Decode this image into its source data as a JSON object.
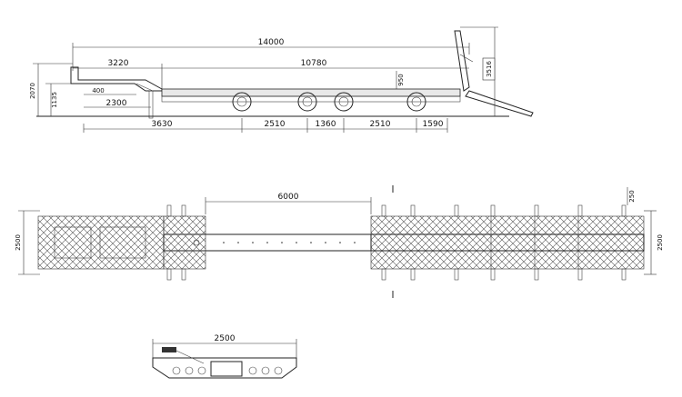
{
  "side_view": {
    "overall_length": "14000",
    "gooseneck_length": "3220",
    "deck_length": "10780",
    "kingpin_offset": "400",
    "gooseneck_height": "2070",
    "coupling_height": "1135",
    "gooseneck_deck": "2300",
    "deck_height": "950",
    "ramp_height": "3516",
    "axle_spacings": [
      "3630",
      "2510",
      "1360",
      "2510",
      "1590"
    ]
  },
  "top_view": {
    "well_length": "6000",
    "width_left": "2500",
    "width_right": "2500",
    "outrigger": "250"
  },
  "end_view": {
    "width": "2500"
  }
}
